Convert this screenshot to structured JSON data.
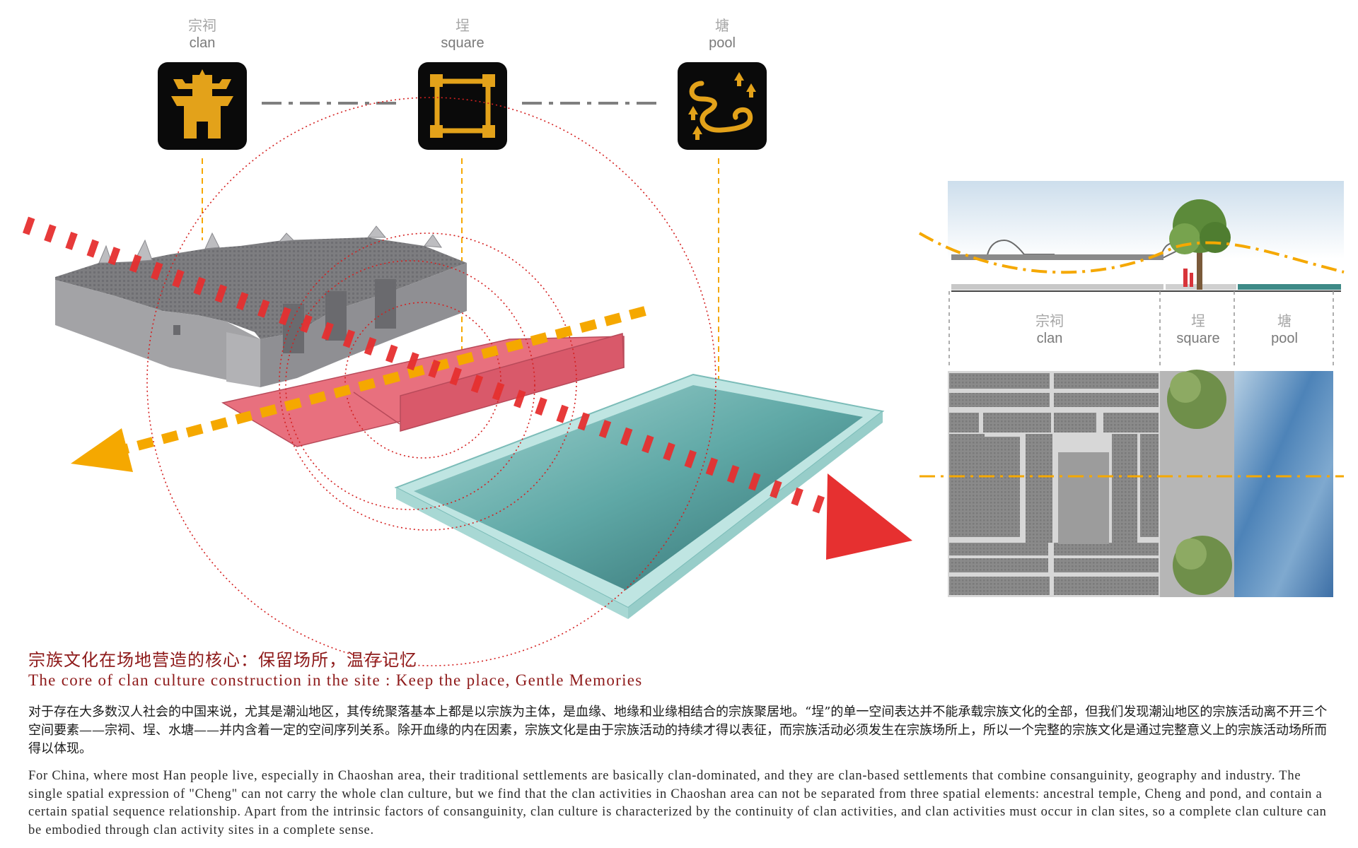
{
  "elements": [
    {
      "id": "clan",
      "zh": "宗祠",
      "en": "clan",
      "icon": "temple-icon"
    },
    {
      "id": "square",
      "zh": "埕",
      "en": "square",
      "icon": "square-frame-icon"
    },
    {
      "id": "pool",
      "zh": "塘",
      "en": "pool",
      "icon": "winding-pond-icon"
    }
  ],
  "section": {
    "labels": [
      {
        "zh": "宗祠",
        "en": "clan"
      },
      {
        "zh": "埕",
        "en": "square"
      },
      {
        "zh": "塘",
        "en": "pool"
      }
    ]
  },
  "text": {
    "title_zh": "宗族文化在场地营造的核心：保留场所，温存记忆",
    "title_en": "The core of clan culture construction in the site : Keep the place, Gentle Memories",
    "paragraph_zh": "对于存在大多数汉人社会的中国来说，尤其是潮汕地区，其传统聚落基本上都是以宗族为主体，是血缘、地缘和业缘相结合的宗族聚居地。“埕”的单一空间表达并不能承载宗族文化的全部，但我们发现潮汕地区的宗族活动离不开三个空间要素——宗祠、埕、水塘——并内含着一定的空间序列关系。除开血缘的内在因素，宗族文化是由于宗族活动的持续才得以表征，而宗族活动必须发生在宗族场所上，所以一个完整的宗族文化是通过完整意义上的宗族活动场所而得以体现。",
    "paragraph_en": "For China, where most Han people live, especially in Chaoshan area, their traditional settlements are basically clan-dominated, and they are clan-based settlements that combine consanguinity, geography and industry. The single spatial expression of \"Cheng\" can not carry the whole clan culture, but we find that the clan activities in Chaoshan area can not be separated from three spatial elements: ancestral temple, Cheng and pond, and contain a certain spatial sequence relationship. Apart from the intrinsic factors of consanguinity, clan culture is characterized by the continuity of clan activities, and clan activities must occur in clan sites, so a complete clan culture can be embodied through clan activity sites in a complete sense."
  },
  "colors": {
    "accent_red": "#e63030",
    "accent_orange": "#f5a800",
    "icon_gold": "#e3a21a",
    "icon_bg": "#0a0a0a",
    "building_gray": "#9c9ca0",
    "square_pink": "#e8707e",
    "pool_teal": "#6fb4b2",
    "title_red": "#8e1a1a"
  }
}
